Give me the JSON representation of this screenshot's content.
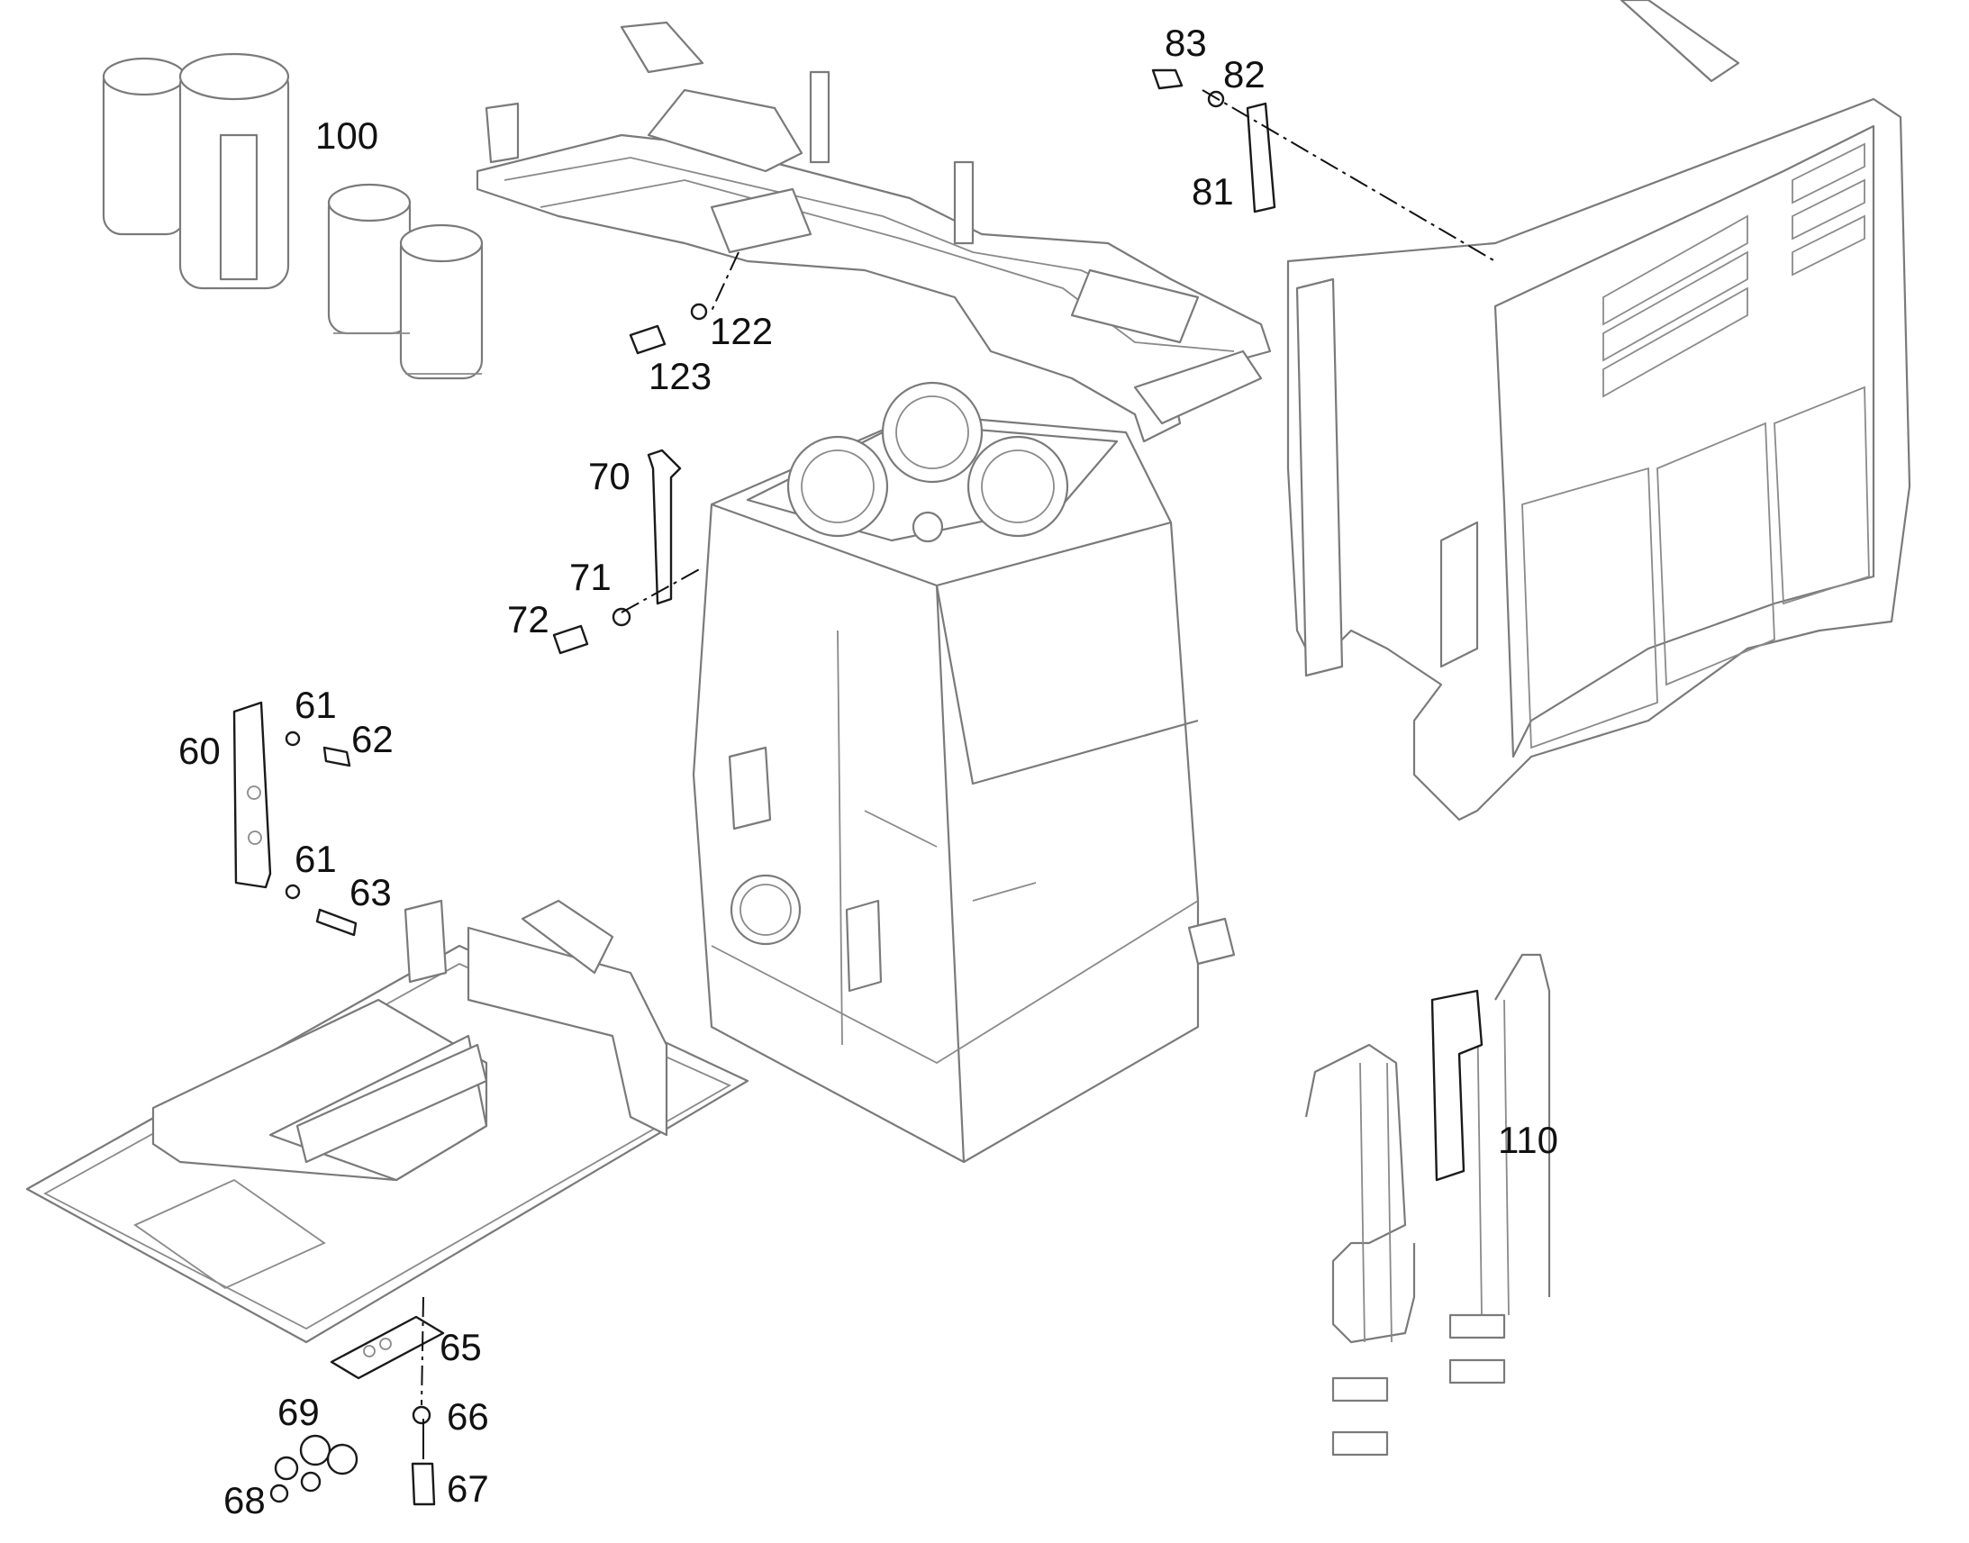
{
  "diagram": {
    "callouts": {
      "c60": "60",
      "c61a": "61",
      "c61b": "61",
      "c62": "62",
      "c63": "63",
      "c65": "65",
      "c66": "66",
      "c67": "67",
      "c68": "68",
      "c69": "69",
      "c70": "70",
      "c71": "71",
      "c72": "72",
      "c81": "81",
      "c82": "82",
      "c83": "83",
      "c100": "100",
      "c110": "110",
      "c122": "122",
      "c123": "123"
    }
  }
}
